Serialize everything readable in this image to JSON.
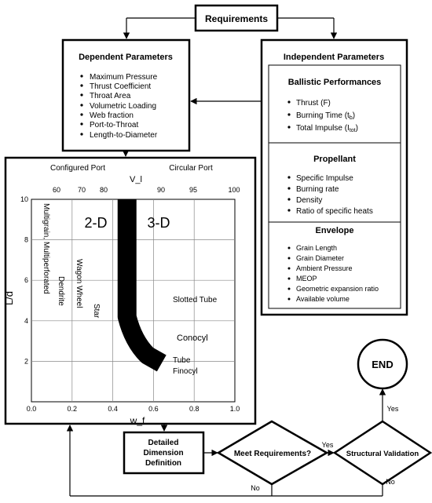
{
  "requirements": {
    "title": "Requirements"
  },
  "dependent": {
    "title": "Dependent Parameters",
    "items": [
      "Maximum Pressure",
      "Thrust Coefficient",
      "Throat Area",
      "Volumetric Loading",
      "Web fraction",
      "Port-to-Throat",
      "Length-to-Diameter"
    ]
  },
  "independent": {
    "title": "Independent Parameters",
    "ballistic": {
      "title": "Ballistic Performances",
      "items": [
        {
          "text": "Thrust (F)",
          "sub": ""
        },
        {
          "text": "Burning Time (t",
          "sub": "b",
          ")": ")"
        },
        {
          "text": "Total Impulse (I",
          "sub": "tot",
          ")": ")"
        }
      ]
    },
    "propellant": {
      "title": "Propellant",
      "items": [
        "Specific Impulse",
        "Burning rate",
        "Density",
        "Ratio of specific heats"
      ]
    },
    "envelope": {
      "title": "Envelope",
      "items": [
        "Grain Length",
        "Grain Diameter",
        "Ambient Pressure",
        "MEOP",
        "Geometric expansion ratio",
        "Available volume"
      ]
    }
  },
  "chart_data": {
    "type": "line",
    "top_left_label": "Configured Port",
    "top_right_label": "Circular Port",
    "top_axis_label": "V_l",
    "top_ticks": [
      "60",
      "70",
      "80",
      "90",
      "95",
      "100"
    ],
    "xlabel": "w_f",
    "ylabel": "L/d",
    "xlim": [
      0.0,
      1.0
    ],
    "ylim": [
      0,
      10
    ],
    "xticks": [
      "0.0",
      "0.2",
      "0.4",
      "0.6",
      "0.8",
      "1.0"
    ],
    "yticks": [
      "2",
      "4",
      "6",
      "8",
      "10"
    ],
    "grid": true,
    "region_labels": [
      "2-D",
      "3-D"
    ],
    "vertical_labels": [
      "Multigrain, Multiperforated",
      "Dendrite",
      "Wagon Wheel",
      "Star"
    ],
    "annotations": [
      "Slotted Tube",
      "Conocyl",
      "Tube",
      "Finocyl"
    ],
    "boundary_curve": {
      "x": [
        0.47,
        0.47,
        0.47,
        0.5,
        0.57,
        0.64
      ],
      "y": [
        10,
        7,
        4.2,
        3.0,
        2.3,
        1.9
      ]
    }
  },
  "detailed": {
    "lines": [
      "Detailed",
      "Dimension",
      "Definition"
    ]
  },
  "decisions": {
    "meet": "Meet Requirements?",
    "structural": "Structural Validation"
  },
  "end": {
    "label": "END"
  },
  "arrow_labels": {
    "yes1": "Yes",
    "yes2": "Yes",
    "no1": "No",
    "no2": "No"
  }
}
